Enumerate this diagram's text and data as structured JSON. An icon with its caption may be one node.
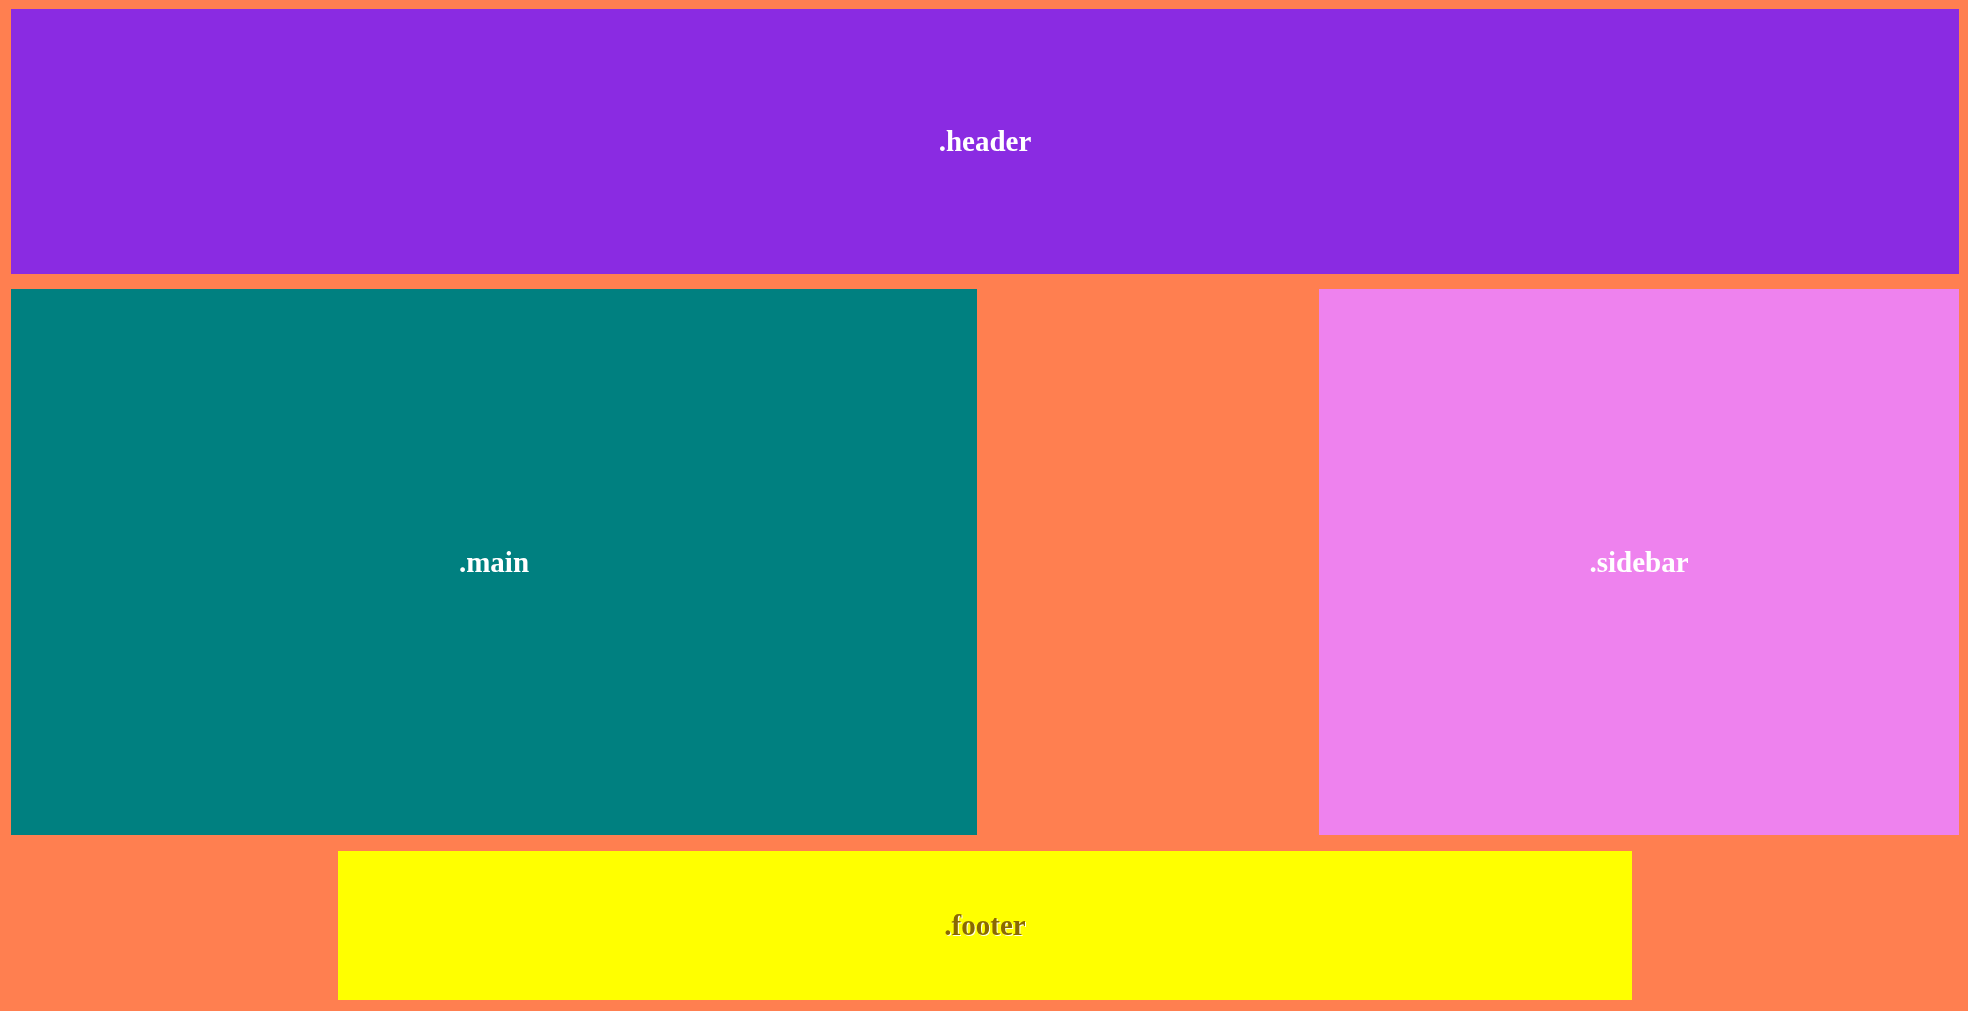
{
  "diagram": {
    "nodes": [
      {
        "text": [
          ".header"
        ]
      },
      {
        "text": [
          ".main"
        ]
      },
      {
        "text": [
          ".sidebar"
        ]
      },
      {
        "text": [
          ".footer"
        ]
      }
    ]
  }
}
